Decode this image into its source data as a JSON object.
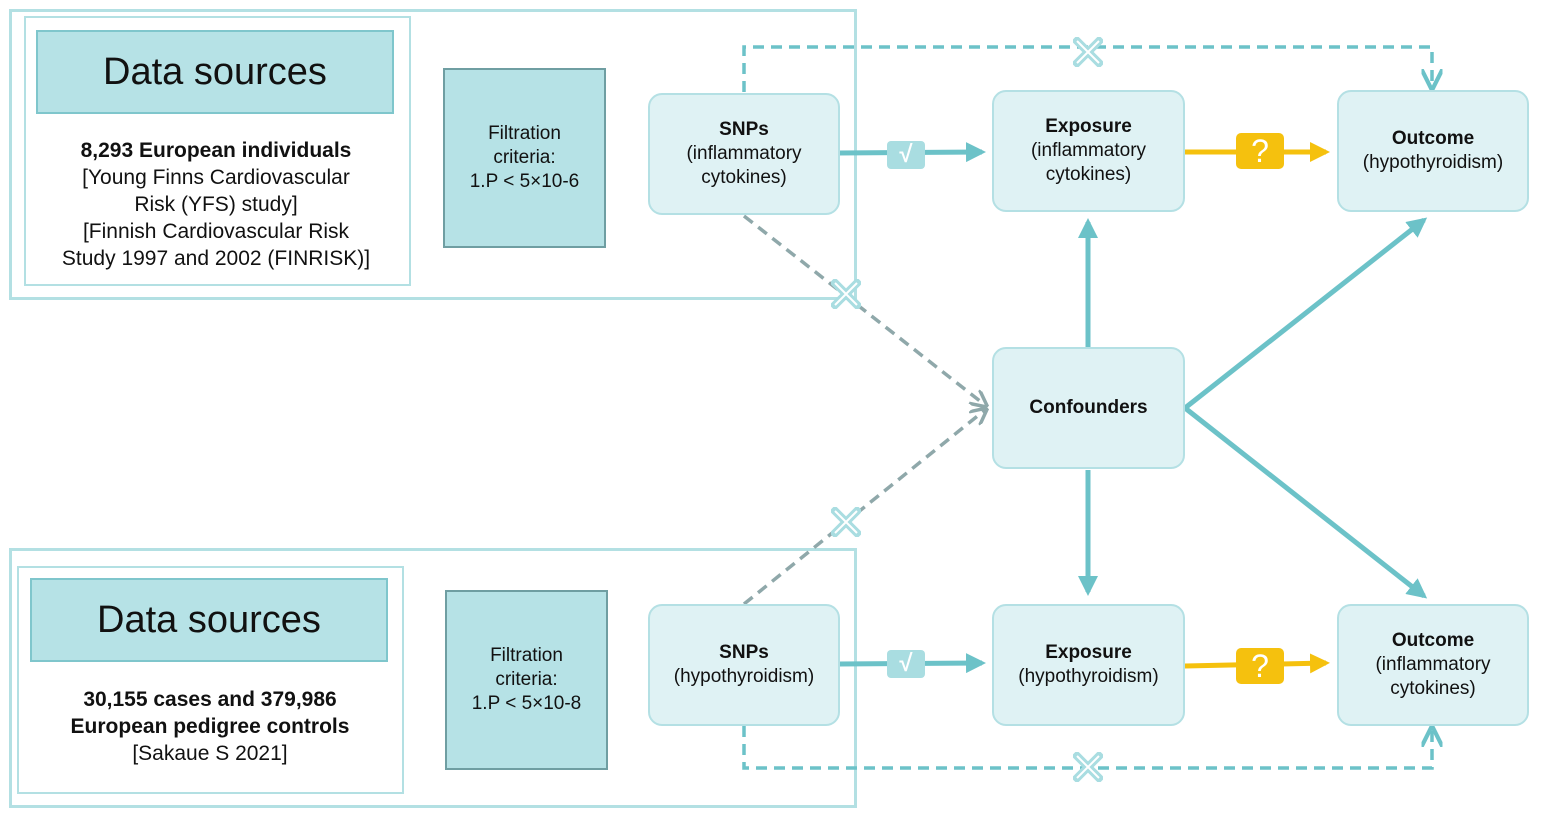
{
  "top": {
    "data_sources_title": "Data sources",
    "source_bold": "8,293 European individuals",
    "source_lines": [
      "[Young Finns Cardiovascular",
      "Risk (YFS) study]",
      "[Finnish Cardiovascular Risk",
      "Study 1997 and 2002 (FINRISK)]"
    ],
    "filter_lines": [
      "Filtration",
      "criteria:",
      "1.P < 5×10-6"
    ],
    "snps": {
      "title": "SNPs",
      "sub": [
        "(inflammatory",
        "cytokines)"
      ]
    },
    "exposure": {
      "title": "Exposure",
      "sub": [
        "(inflammatory",
        "cytokines)"
      ]
    },
    "outcome": {
      "title": "Outcome",
      "sub": [
        "(hypothyroidism)"
      ]
    }
  },
  "middle": {
    "confounders": "Confounders"
  },
  "bottom": {
    "data_sources_title": "Data sources",
    "source_bold_lines": [
      "30,155 cases and 379,986",
      "European pedigree controls"
    ],
    "source_lines": [
      "[Sakaue S 2021]"
    ],
    "filter_lines": [
      "Filtration",
      "criteria:",
      "1.P < 5×10-8"
    ],
    "snps": {
      "title": "SNPs",
      "sub": [
        "(hypothyroidism)"
      ]
    },
    "exposure": {
      "title": "Exposure",
      "sub": [
        "(hypothyroidism)"
      ]
    },
    "outcome": {
      "title": "Outcome",
      "sub": [
        "(inflammatory",
        "cytokines)"
      ]
    }
  },
  "badges": {
    "check_symbol": "√",
    "question_symbol": "?"
  },
  "colors": {
    "teal_arrow": "#6cc2c8",
    "dashed_gray": "#8fa8aa",
    "yellow_arrow": "#f5c10e",
    "box_fill": "#b6e2e6",
    "node_fill": "#dff2f4"
  }
}
